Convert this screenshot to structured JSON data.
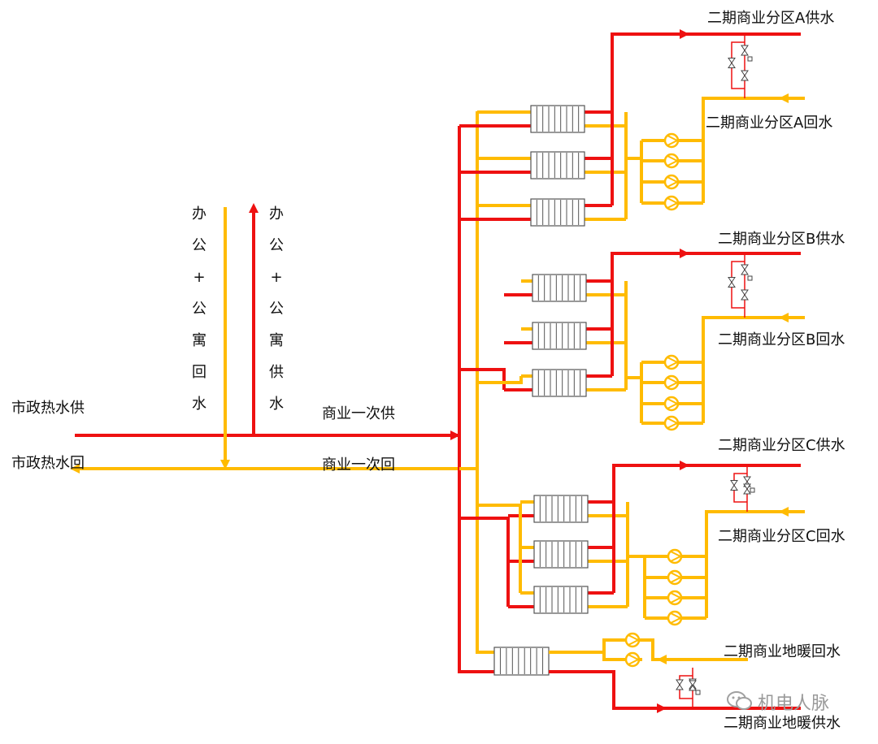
{
  "labels": {
    "muni_supply": "市政热水供",
    "muni_return": "市政热水回",
    "commercial_supply": "商业一次供",
    "commercial_return": "商业一次回",
    "office_return": [
      "办",
      "公",
      "+",
      "公",
      "寓",
      "回",
      "水"
    ],
    "office_supply": [
      "办",
      "公",
      "+",
      "公",
      "寓",
      "供",
      "水"
    ],
    "zone_a_supply": "二期商业分区A供水",
    "zone_a_return": "二期商业分区A回水",
    "zone_b_supply": "二期商业分区B供水",
    "zone_b_return": "二期商业分区B回水",
    "zone_c_supply": "二期商业分区C供水",
    "zone_c_return": "二期商业分区C回水",
    "floor_return": "二期商业地暖回水",
    "floor_supply": "二期商业地暖供水"
  },
  "watermark": "机电人脉",
  "colors": {
    "supply": "#ee1111",
    "return": "#ffbb00",
    "equipment": "#555555"
  },
  "icons": [
    "plate-heat-exchanger-icon",
    "circulation-pump-icon",
    "valve-icon",
    "arrow-icon",
    "wechat-icon"
  ]
}
